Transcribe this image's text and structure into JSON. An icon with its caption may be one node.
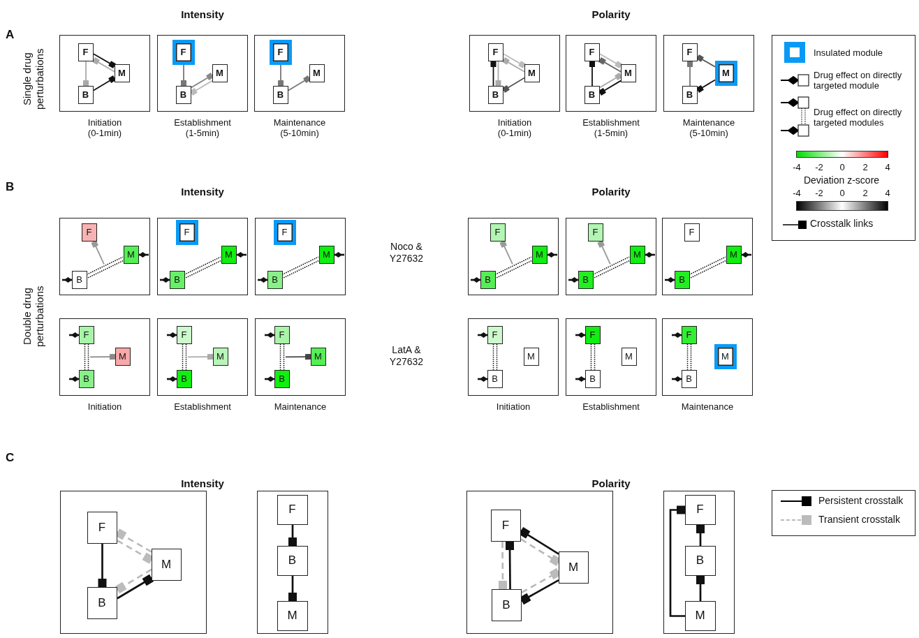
{
  "diagram": {
    "nodes": [
      {
        "text": [],
        "shape": "box",
        "beside": [
          "Initiation (0-1min)"
        ]
      },
      {
        "text": [
          "F"
        ],
        "in": 0
      },
      {
        "text": [
          "M"
        ],
        "in": 0
      },
      {
        "text": [
          "B"
        ],
        "in": 0
      },
      {
        "text": [],
        "shape": "box",
        "beside": [
          "Establishment (1-5min)"
        ]
      },
      {
        "text": [
          "F"
        ],
        "in": 4
      },
      {
        "text": [
          "M"
        ],
        "in": 4
      },
      {
        "text": [
          "B"
        ],
        "in": 4
      },
      {
        "text": [],
        "shape": "box",
        "beside": [
          "Maintenance (5-10min)"
        ]
      },
      {
        "text": [
          "F"
        ],
        "in": 8
      },
      {
        "text": [
          "M"
        ],
        "in": 8
      },
      {
        "text": [
          "B"
        ],
        "in": 8
      },
      {
        "text": [],
        "shape": "box",
        "beside": [
          "Initiation (0-1min)"
        ]
      },
      {
        "text": [
          "F"
        ],
        "in": 12
      },
      {
        "text": [
          "M"
        ],
        "in": 12
      },
      {
        "text": [
          "B"
        ],
        "in": 12
      },
      {
        "text": [],
        "shape": "box",
        "beside": [
          "Establishment (1-5min)"
        ]
      },
      {
        "text": [
          "F"
        ],
        "in": 16
      },
      {
        "text": [
          "M"
        ],
        "in": 16
      },
      {
        "text": [
          "B"
        ],
        "in": 16
      },
      {
        "text": [],
        "shape": "box",
        "beside": [
          "Maintenance (5-10min)"
        ]
      },
      {
        "text": [
          "F"
        ],
        "in": 20
      },
      {
        "text": [
          "M"
        ],
        "in": 20
      },
      {
        "text": [
          "B"
        ],
        "in": 20
      },
      {
        "text": [],
        "shape": "box"
      },
      {
        "text": [
          "F"
        ],
        "in": 24
      },
      {
        "text": [
          "M"
        ],
        "in": 24
      },
      {
        "text": [
          "B"
        ],
        "in": 24
      },
      {
        "text": [],
        "shape": "box"
      },
      {
        "text": [
          "F"
        ],
        "in": 28
      },
      {
        "text": [
          "M"
        ],
        "in": 28
      },
      {
        "text": [
          "B"
        ],
        "in": 28
      },
      {
        "text": [],
        "shape": "box"
      },
      {
        "text": [
          "F"
        ],
        "in": 32
      },
      {
        "text": [
          "M"
        ],
        "in": 32
      },
      {
        "text": [
          "B"
        ],
        "in": 32
      },
      {
        "text": [],
        "shape": "box"
      },
      {
        "text": [
          "F"
        ],
        "in": 36
      },
      {
        "text": [
          "M"
        ],
        "in": 36
      },
      {
        "text": [
          "B"
        ],
        "in": 36
      },
      {
        "text": [],
        "shape": "box"
      },
      {
        "text": [
          "F"
        ],
        "in": 40
      },
      {
        "text": [
          "M"
        ],
        "in": 40
      },
      {
        "text": [
          "B"
        ],
        "in": 40
      },
      {
        "text": [],
        "shape": "box"
      },
      {
        "text": [
          "F"
        ],
        "in": 44
      },
      {
        "text": [
          "M"
        ],
        "in": 44
      },
      {
        "text": [
          "B"
        ],
        "in": 44
      },
      {
        "text": [],
        "shape": "box",
        "beside": [
          "Initiation"
        ]
      },
      {
        "text": [
          "F"
        ],
        "in": 48
      },
      {
        "text": [
          "M"
        ],
        "in": 48
      },
      {
        "text": [
          "B"
        ],
        "in": 48
      },
      {
        "text": [],
        "shape": "box",
        "beside": [
          "Establishment"
        ]
      },
      {
        "text": [
          "F"
        ],
        "in": 52
      },
      {
        "text": [
          "M"
        ],
        "in": 52
      },
      {
        "text": [
          "B"
        ],
        "in": 52
      },
      {
        "text": [],
        "shape": "box",
        "beside": [
          "Maintenance"
        ]
      },
      {
        "text": [
          "F"
        ],
        "in": 56
      },
      {
        "text": [
          "M"
        ],
        "in": 56
      },
      {
        "text": [
          "B"
        ],
        "in": 56
      },
      {
        "text": [],
        "shape": "box",
        "beside": [
          "Initiation"
        ]
      },
      {
        "text": [
          "F"
        ],
        "in": 60
      },
      {
        "text": [
          "M"
        ],
        "in": 60
      },
      {
        "text": [
          "B"
        ],
        "in": 60
      },
      {
        "text": [],
        "shape": "box",
        "beside": [
          "Establishment"
        ]
      },
      {
        "text": [
          "F"
        ],
        "in": 64
      },
      {
        "text": [
          "M"
        ],
        "in": 64
      },
      {
        "text": [
          "B"
        ],
        "in": 64
      },
      {
        "text": [],
        "shape": "box",
        "beside": [
          "Maintenance"
        ]
      },
      {
        "text": [
          "F"
        ],
        "in": 68
      },
      {
        "text": [
          "M"
        ],
        "in": 68
      },
      {
        "text": [
          "B"
        ],
        "in": 68
      },
      {
        "text": [],
        "shape": "box"
      },
      {
        "text": [
          "F"
        ],
        "in": 72
      },
      {
        "text": [
          "M"
        ],
        "in": 72
      },
      {
        "text": [
          "B"
        ],
        "in": 72
      },
      {
        "text": [],
        "shape": "box"
      },
      {
        "text": [
          "F"
        ],
        "in": 76
      },
      {
        "text": [
          "M"
        ],
        "in": 76
      },
      {
        "text": [
          "B"
        ],
        "in": 76
      },
      {
        "text": [],
        "shape": "box"
      },
      {
        "text": [
          "F"
        ],
        "in": 80
      },
      {
        "text": [
          "M"
        ],
        "in": 80
      },
      {
        "text": [
          "B"
        ],
        "in": 80
      },
      {
        "text": [],
        "shape": "box"
      },
      {
        "text": [
          "F"
        ],
        "in": 84
      },
      {
        "text": [
          "M"
        ],
        "in": 84
      },
      {
        "text": [
          "B"
        ],
        "in": 84
      }
    ],
    "edges": [
      {
        "from": 1,
        "to": 2,
        "arrow": "other"
      },
      {
        "from": 2,
        "to": 1,
        "arrow": "other",
        "color": "#aaaaaa"
      },
      {
        "from": 1,
        "to": 3,
        "arrow": "other",
        "color": "#aaaaaa"
      },
      {
        "from": 3,
        "to": 2,
        "arrow": "other"
      },
      {
        "from": 5,
        "to": 7,
        "arrow": "other",
        "color": "#777777"
      },
      {
        "from": 6,
        "to": 7,
        "arrow": "other",
        "color": "#bbbbbb"
      },
      {
        "from": 7,
        "to": 6,
        "arrow": "other",
        "color": "#888888"
      },
      {
        "from": 9,
        "to": 11,
        "arrow": "other",
        "color": "#777777"
      },
      {
        "from": 11,
        "to": 10,
        "arrow": "other",
        "color": "#777777"
      },
      {
        "from": 13,
        "to": 14,
        "arrow": "other",
        "color": "#bbbbbb"
      },
      {
        "from": 14,
        "to": 13,
        "arrow": "other",
        "color": "#aaaaaa"
      },
      {
        "from": 13,
        "to": 15,
        "arrow": "other",
        "color": "#aaaaaa"
      },
      {
        "from": 15,
        "to": 13,
        "arrow": "other"
      },
      {
        "from": 14,
        "to": 15,
        "arrow": "other",
        "color": "#555555"
      },
      {
        "from": 17,
        "to": 18,
        "arrow": "other",
        "color": "#bbbbbb"
      },
      {
        "from": 18,
        "to": 17,
        "arrow": "other",
        "color": "#666666"
      },
      {
        "from": 19,
        "to": 17,
        "arrow": "other"
      },
      {
        "from": 18,
        "to": 19,
        "arrow": "other"
      },
      {
        "from": 19,
        "to": 18,
        "arrow": "other",
        "color": "#aaaaaa"
      },
      {
        "from": 22,
        "to": 21,
        "arrow": "other",
        "color": "#555555"
      },
      {
        "from": 23,
        "to": 21,
        "arrow": "other",
        "color": "#777777"
      },
      {
        "from": 22,
        "to": 23,
        "arrow": "other"
      },
      {
        "from": null,
        "to": 26,
        "arrow": "other"
      },
      {
        "from": null,
        "to": 27,
        "arrow": "other"
      },
      {
        "from": 27,
        "to": 26,
        "arrow": "none",
        "style": "dashed"
      },
      {
        "from": null,
        "to": 25,
        "arrow": "other",
        "color": "#999999"
      },
      {
        "from": null,
        "to": 30,
        "arrow": "other"
      },
      {
        "from": null,
        "to": 31,
        "arrow": "other"
      },
      {
        "from": 31,
        "to": 30,
        "arrow": "none",
        "style": "dashed"
      },
      {
        "from": null,
        "to": 34,
        "arrow": "other"
      },
      {
        "from": null,
        "to": 35,
        "arrow": "other"
      },
      {
        "from": 35,
        "to": 34,
        "arrow": "none",
        "style": "dashed"
      },
      {
        "from": null,
        "to": 38,
        "arrow": "other"
      },
      {
        "from": null,
        "to": 39,
        "arrow": "other"
      },
      {
        "from": 39,
        "to": 38,
        "arrow": "none",
        "style": "dashed"
      },
      {
        "from": null,
        "to": 37,
        "arrow": "other",
        "color": "#999999"
      },
      {
        "from": null,
        "to": 42,
        "arrow": "other"
      },
      {
        "from": null,
        "to": 43,
        "arrow": "other"
      },
      {
        "from": 43,
        "to": 42,
        "arrow": "none",
        "style": "dashed"
      },
      {
        "from": null,
        "to": 41,
        "arrow": "other",
        "color": "#999999"
      },
      {
        "from": null,
        "to": 46,
        "arrow": "other"
      },
      {
        "from": null,
        "to": 47,
        "arrow": "other"
      },
      {
        "from": 47,
        "to": 46,
        "arrow": "none",
        "style": "dashed"
      },
      {
        "from": null,
        "to": 49,
        "arrow": "other"
      },
      {
        "from": null,
        "to": 51,
        "arrow": "other"
      },
      {
        "from": 49,
        "to": 51,
        "arrow": "none",
        "style": "dashed"
      },
      {
        "from": null,
        "to": 50,
        "arrow": "other",
        "color": "#888888"
      },
      {
        "from": null,
        "to": 53,
        "arrow": "other"
      },
      {
        "from": null,
        "to": 55,
        "arrow": "other"
      },
      {
        "from": 53,
        "to": 55,
        "arrow": "none",
        "style": "dashed"
      },
      {
        "from": null,
        "to": 54,
        "arrow": "other",
        "color": "#aaaaaa"
      },
      {
        "from": null,
        "to": 57,
        "arrow": "other"
      },
      {
        "from": null,
        "to": 59,
        "arrow": "other"
      },
      {
        "from": 57,
        "to": 59,
        "arrow": "none",
        "style": "dashed"
      },
      {
        "from": null,
        "to": 58,
        "arrow": "other",
        "color": "#444444"
      },
      {
        "from": null,
        "to": 61,
        "arrow": "other"
      },
      {
        "from": null,
        "to": 63,
        "arrow": "other"
      },
      {
        "from": 61,
        "to": 63,
        "arrow": "none",
        "style": "dashed"
      },
      {
        "from": null,
        "to": 65,
        "arrow": "other"
      },
      {
        "from": null,
        "to": 67,
        "arrow": "other"
      },
      {
        "from": 65,
        "to": 67,
        "arrow": "none",
        "style": "dashed"
      },
      {
        "from": null,
        "to": 69,
        "arrow": "other"
      },
      {
        "from": null,
        "to": 71,
        "arrow": "other"
      },
      {
        "from": 69,
        "to": 71,
        "arrow": "none",
        "style": "dashed"
      },
      {
        "from": 73,
        "to": 75,
        "arrow": "other"
      },
      {
        "from": 75,
        "to": 74,
        "arrow": "other"
      },
      {
        "from": 74,
        "to": 73,
        "arrow": "other",
        "style": "dashed",
        "color": "#bbbbbb"
      },
      {
        "from": 73,
        "to": 74,
        "arrow": "other",
        "style": "dashed",
        "color": "#bbbbbb"
      },
      {
        "from": 74,
        "to": 75,
        "arrow": "other",
        "style": "dashed",
        "color": "#bbbbbb"
      },
      {
        "from": 77,
        "to": 79,
        "arrow": "other"
      },
      {
        "from": 79,
        "to": 78,
        "arrow": "other"
      },
      {
        "from": 82,
        "to": 81,
        "arrow": "other"
      },
      {
        "from": 81,
        "to": 82,
        "arrow": "other",
        "style": "dashed",
        "color": "#bbbbbb"
      },
      {
        "from": 83,
        "to": 81,
        "arrow": "other"
      },
      {
        "from": 81,
        "to": 83,
        "arrow": "other",
        "style": "dashed",
        "color": "#bbbbbb"
      },
      {
        "from": 82,
        "to": 83,
        "arrow": "other"
      },
      {
        "from": 83,
        "to": 82,
        "arrow": "other",
        "style": "dashed",
        "color": "#bbbbbb"
      },
      {
        "from": 87,
        "to": 85,
        "arrow": "other"
      },
      {
        "from": 86,
        "to": 87,
        "arrow": "other"
      },
      {
        "from": 86,
        "to": 85,
        "arrow": "other"
      }
    ],
    "labels": [
      "A",
      "Intensity",
      "Polarity",
      "Single drug perturbations",
      "-4",
      "-2",
      "0",
      "2",
      "4",
      "Deviation z-score",
      "-4",
      "-2",
      "0",
      "2",
      "4",
      "B",
      "Intensity",
      "Polarity",
      "Double drug perturbations",
      "Noco & Y27632",
      "LatA & Y27632",
      "C",
      "Intensity",
      "Polarity"
    ],
    "legend": [
      {
        "text": "Insulated module"
      },
      {
        "text": "Drug effect on directly targeted module"
      },
      {
        "text": "Drug effect on directly targeted modules"
      },
      {
        "text": "Crosstalk links"
      },
      {
        "text": "Persistent crosstalk"
      },
      {
        "text": "Transient crosstalk"
      }
    ]
  }
}
